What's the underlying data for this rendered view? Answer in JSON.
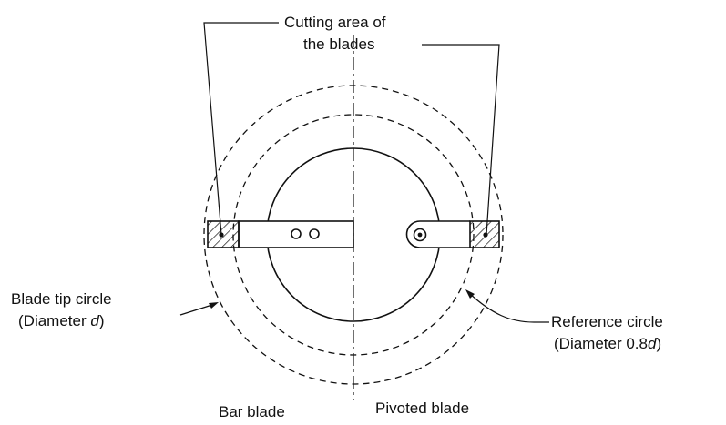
{
  "labels": {
    "cutting_area_line1": "Cutting area of",
    "cutting_area_line2": "the blades",
    "blade_tip_line1": "Blade tip circle",
    "blade_tip_line2_prefix": "(Diameter ",
    "blade_tip_line2_var": "d",
    "blade_tip_line2_suffix": ")",
    "reference_line1": "Reference circle",
    "reference_line2_prefix": "(Diameter 0.8",
    "reference_line2_var": "d",
    "reference_line2_suffix": ")",
    "bar_blade": "Bar blade",
    "pivoted_blade": "Pivoted blade"
  },
  "colors": {
    "ink": "#111111",
    "background": "#ffffff"
  }
}
